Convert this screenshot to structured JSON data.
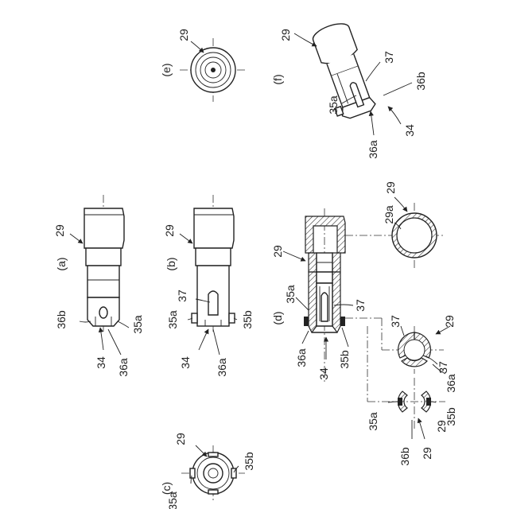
{
  "figure": {
    "views": {
      "a": "(a)",
      "b": "(b)",
      "c": "(c)",
      "d": "(d)",
      "e": "(e)",
      "f": "(f)"
    },
    "labels": {
      "n29": "29",
      "n29a": "29a",
      "n34": "34",
      "n35a": "35a",
      "n35b": "35b",
      "n36a": "36a",
      "n36b": "36b",
      "n37": "37"
    }
  }
}
